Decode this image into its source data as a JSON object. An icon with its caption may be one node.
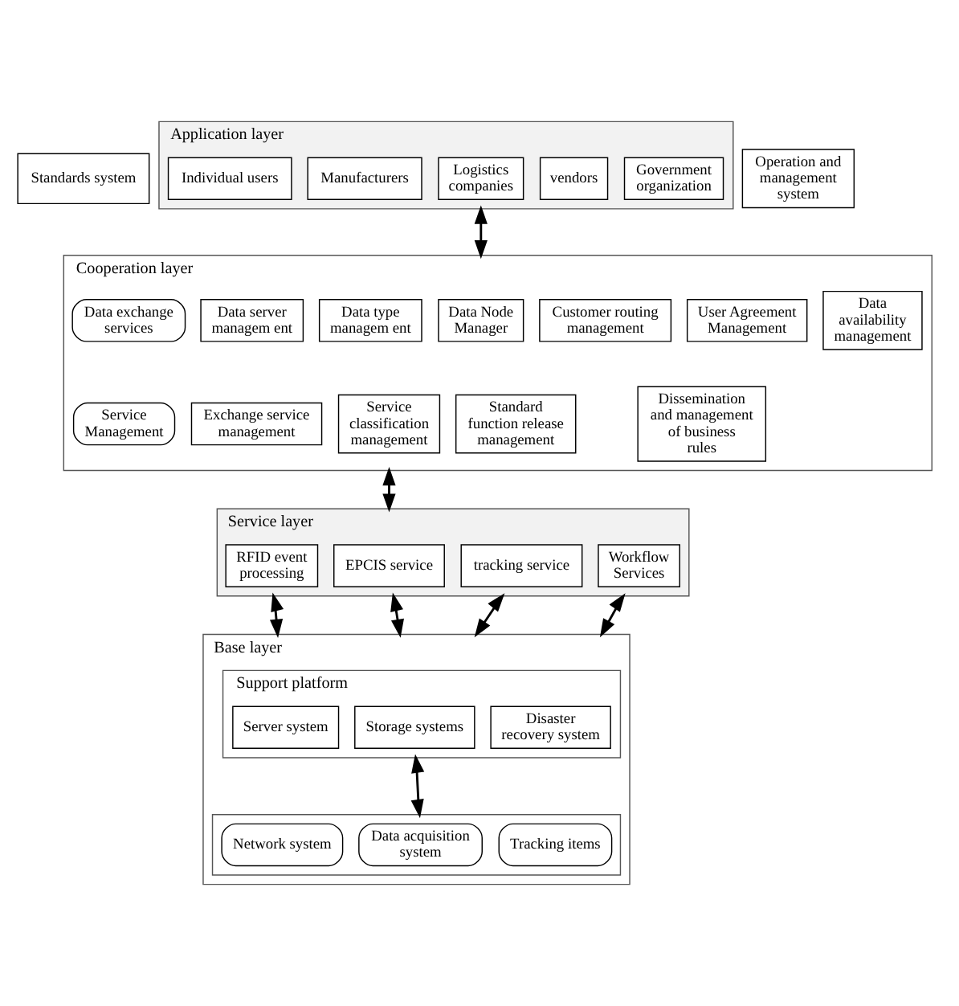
{
  "diagram": {
    "nodes": [
      {
        "text": [
          "Standards system"
        ]
      },
      {
        "text": [
          "Application layer"
        ]
      },
      {
        "text": [
          "Individual users"
        ],
        "in": 1
      },
      {
        "text": [
          "Manufacturers"
        ],
        "in": 1
      },
      {
        "text": [
          "Logistics companies"
        ],
        "in": 1
      },
      {
        "text": [
          "vendors"
        ],
        "in": 1
      },
      {
        "text": [
          "Government organization"
        ],
        "in": 1
      },
      {
        "text": [
          "Cooperation layer"
        ]
      },
      {
        "text": [
          "Data exchange services"
        ],
        "in": 7
      },
      {
        "text": [
          "Data server managem ent"
        ],
        "in": 7
      },
      {
        "text": [
          "Data type managem ent"
        ],
        "in": 7
      },
      {
        "text": [
          "Data Node Manager"
        ],
        "in": 7
      },
      {
        "text": [
          "Customer routing management"
        ],
        "in": 7
      },
      {
        "text": [
          "User Agreement Management"
        ],
        "in": 7
      },
      {
        "text": [
          "Data availability management"
        ],
        "in": 7
      },
      {
        "text": [
          "Service Management"
        ],
        "in": 7
      },
      {
        "text": [
          "Exchange service management"
        ],
        "in": 7
      },
      {
        "text": [
          "Service classification management"
        ],
        "in": 7
      },
      {
        "text": [
          "Standard function release management"
        ],
        "in": 7
      },
      {
        "text": [
          "Dissemination and management of business rules"
        ],
        "in": 7
      },
      {
        "text": [
          "Service layer"
        ]
      },
      {
        "text": [
          "RFID event processing"
        ],
        "in": 20
      },
      {
        "text": [
          "EPCIS service"
        ],
        "in": 20
      },
      {
        "text": [
          "tracking service"
        ],
        "in": 20
      },
      {
        "text": [
          "Workflow Services"
        ],
        "in": 20
      },
      {
        "text": [
          "Base layer"
        ]
      },
      {
        "text": [
          "Support platform"
        ],
        "in": 25
      },
      {
        "text": [
          "Server system"
        ],
        "in": 26
      },
      {
        "text": [
          "Storage systems"
        ],
        "in": 26
      },
      {
        "text": [
          "Disaster recovery system"
        ],
        "in": 26
      },
      {
        "text": [],
        "shape": "box",
        "in": 25
      },
      {
        "text": [
          "Network system"
        ],
        "in": 30
      },
      {
        "text": [
          "Data acquisition system"
        ],
        "in": 30
      },
      {
        "text": [
          "Tracking items"
        ],
        "in": 30
      },
      {
        "text": [
          "Operation and management system"
        ]
      }
    ],
    "edges": [
      {
        "from": 1,
        "to": 7,
        "arrow": "both"
      },
      {
        "from": 7,
        "to": 20,
        "arrow": "both"
      },
      {
        "from": 20,
        "to": 25,
        "arrow": "both"
      },
      {
        "from": 20,
        "to": 25,
        "arrow": "both"
      },
      {
        "from": 20,
        "to": 25,
        "arrow": "both"
      },
      {
        "from": 20,
        "to": 25,
        "arrow": "both"
      },
      {
        "from": 26,
        "to": 30,
        "arrow": "both"
      }
    ]
  }
}
